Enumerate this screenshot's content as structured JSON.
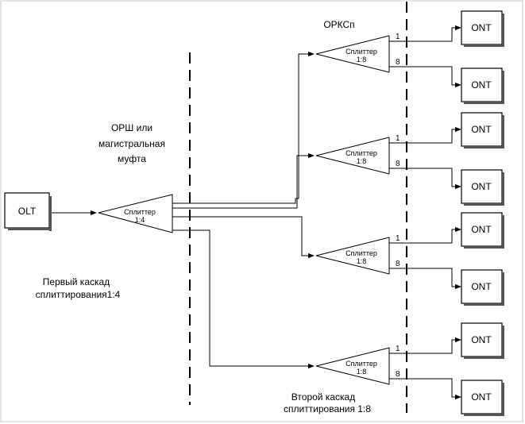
{
  "olt": {
    "label": "OLT"
  },
  "first_splitter": {
    "line1": "Сплиттер",
    "line2": "1:4"
  },
  "second_splitters": [
    {
      "line1": "Сплиттер",
      "line2": "1:8",
      "port_first": "1",
      "port_last": "8",
      "onts": [
        "ONT",
        "ONT"
      ]
    },
    {
      "line1": "Сплиттер",
      "line2": "1:8",
      "port_first": "1",
      "port_last": "8",
      "onts": [
        "ONT",
        "ONT"
      ]
    },
    {
      "line1": "Сплиттер",
      "line2": "1:8",
      "port_first": "1",
      "port_last": "8",
      "onts": [
        "ONT",
        "ONT"
      ]
    },
    {
      "line1": "Сплиттер",
      "line2": "1:8",
      "port_first": "1",
      "port_last": "8",
      "onts": [
        "ONT",
        "ONT"
      ]
    }
  ],
  "labels": {
    "orsh": [
      "ОРШ или",
      "магистральная",
      "муфта"
    ],
    "orksp": "ОРКСп",
    "first_cascade": [
      "Первый каскад",
      "сплиттирования1:4"
    ],
    "second_cascade": [
      "Второй каскад",
      "сплиттирования 1:8"
    ]
  }
}
